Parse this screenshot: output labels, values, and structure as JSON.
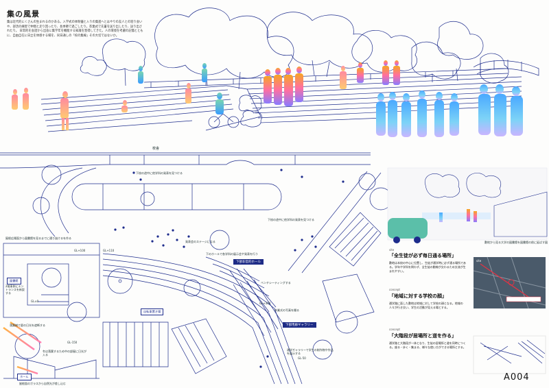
{
  "title": "集の風景",
  "intro": "集は近代的にくさんの生まれるのかある。入学式の体制優と入りの集進へとはやりの友人との巡り会いや、部活の練習で仲間と走り回ったり、長季節で過ごしたり。卒業式で先輩を送り出したり、送り出されたり。 日常的を会話から出会に集学年を機能する知識を習得してきた。人の環境を考慮の記憶とともに、自由自在に日立を体感する場を、同日通しの「校の集線」その大切ではないか。",
  "labels": {
    "school_building": "校舎",
    "hall_note": "下校の途中に他学科の発表を見つける",
    "upper_note": "屋根広場面から図書館を見るまでに通り抜けるを作る",
    "stage_note": "発表会のステージになる",
    "open_note": "下校の途中に他学科の発表を見つける",
    "hall_interaction": "下のホールで各学科の展示会や発表を行う",
    "gl1": "GL+100",
    "gl2": "GL+110",
    "gl3": "GL±0",
    "gl4": "GL+300",
    "gl5": "GL-50",
    "gl6": "GL-150",
    "library_entrance": "2階東側にエントランスを新設する",
    "light_note": "落葉樹で夏の日光を遮断する",
    "roof_note": "冬は落葉するため中の部屋に日光が入る",
    "glass_note": "屋根面のガラスから自然光が差し込む",
    "seat_note": "ベンチシーティングする",
    "view_note": "卒業式の写真を撮る",
    "gallery_note": "通学ギャラリーで学生の制作物や作品を展示する"
  },
  "boxes": {
    "library": "図書館",
    "hall": "下部非官的ホール",
    "gallery": "下部用廊ギャラリー",
    "bike": "自転車置き場",
    "hall_small": "ホール"
  },
  "side": {
    "tag_site": "site",
    "head_site": "「全生徒が必ず毎日通る場所」",
    "body_site": "敷地は本校の中心に位置し、生徒が通学時に必ず通る場所である。学年や学科を問わず、全生徒の動線が交わるため交流が生まれやすい。",
    "tag_concept1": "concept",
    "head_concept1": "「地域に対する学校の顔」",
    "body_concept1": "通学路に面した敷地は地域に対して学校の顔となる。地域の人々が行き交い、学生の活動が見える場とする。",
    "tag_concept2": "concept",
    "head_concept2": "「大階段が居場所と道を作る」",
    "body_concept2": "通学路と大階段が一体となり、生徒の居場所と道を同時につくる。座る・歩く・集まる、様々な使い方ができる場所とする。",
    "photo_caption": "敷地から見る大学の図書館を図書館の前に延ばす図",
    "map_caption": "site"
  },
  "sheet_id": "A004",
  "colors": {
    "ink": "#1d2c8c",
    "box": "#1e2c86"
  }
}
